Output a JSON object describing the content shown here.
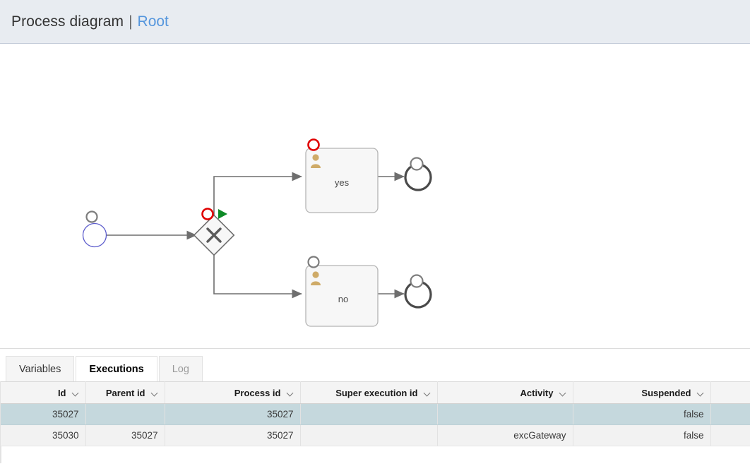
{
  "header": {
    "title": "Process diagram",
    "separator": "|",
    "link": "Root"
  },
  "diagram": {
    "type": "bpmn-process-diagram",
    "nodes": [
      {
        "id": "startEvent",
        "kind": "start-event",
        "label": "",
        "badge": "gray-circle"
      },
      {
        "id": "excGateway",
        "kind": "exclusive-gateway",
        "label": "",
        "badge": "red-circle-green-triangle"
      },
      {
        "id": "yesTask",
        "kind": "user-task",
        "label": "yes",
        "badge": "red-circle"
      },
      {
        "id": "noTask",
        "kind": "user-task",
        "label": "no",
        "badge": "gray-circle"
      },
      {
        "id": "endYes",
        "kind": "end-event",
        "label": "",
        "badge": "gray-circle"
      },
      {
        "id": "endNo",
        "kind": "end-event",
        "label": "",
        "badge": "gray-circle"
      }
    ],
    "task_labels": {
      "yes": "yes",
      "no": "no"
    },
    "colors": {
      "start_stroke": "#5c5ccc",
      "end_stroke": "#4a4a4a",
      "flow": "#6e6e6e",
      "task_fill": "#f7f7f7",
      "task_stroke": "#b4b4b4",
      "person_icon": "#cfab68",
      "badge_red": "#e00000",
      "badge_gray": "#7d7d7d",
      "badge_green": "#0d8a26"
    }
  },
  "tabs": [
    {
      "label": "Variables",
      "active": false,
      "muted": false
    },
    {
      "label": "Executions",
      "active": true,
      "muted": false
    },
    {
      "label": "Log",
      "active": false,
      "muted": true
    }
  ],
  "table": {
    "columns": [
      "Id",
      "Parent id",
      "Process id",
      "Super execution id",
      "Activity",
      "Suspended",
      ""
    ],
    "rows": [
      {
        "selected": true,
        "cells": [
          "35027",
          "",
          "35027",
          "",
          "",
          "false",
          ""
        ]
      },
      {
        "selected": false,
        "cells": [
          "35030",
          "35027",
          "35027",
          "",
          "excGateway",
          "false",
          ""
        ]
      }
    ]
  }
}
